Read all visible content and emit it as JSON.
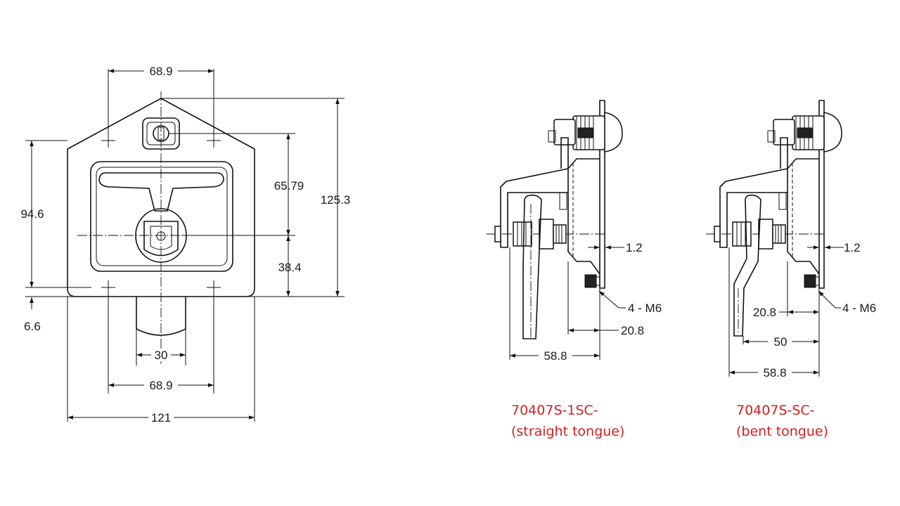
{
  "front_view": {
    "dim_top_width": "68.9",
    "dim_overall_height": "125.3",
    "dim_upper_height": "65.79",
    "dim_body_height": "94.6",
    "dim_lower_height": "38.4",
    "dim_offset": "6.6",
    "dim_tongue_width": "30",
    "dim_bottom_width": "68.9",
    "dim_overall_width": "121"
  },
  "side_view_straight": {
    "dim_plate": "1.2",
    "dim_stud": "4 - M6",
    "dim_depth": "20.8",
    "dim_total": "58.8",
    "caption_line1": "70407S-1SC-",
    "caption_line2": "(straight tongue)"
  },
  "side_view_bent": {
    "dim_plate": "1.2",
    "dim_stud": "4 - M6",
    "dim_depth": "20.8",
    "dim_tongue": "50",
    "dim_total": "58.8",
    "caption_line1": "70407S-SC-",
    "caption_line2": "(bent tongue)"
  },
  "colors": {
    "caption": "#d42020",
    "line": "#111111"
  }
}
